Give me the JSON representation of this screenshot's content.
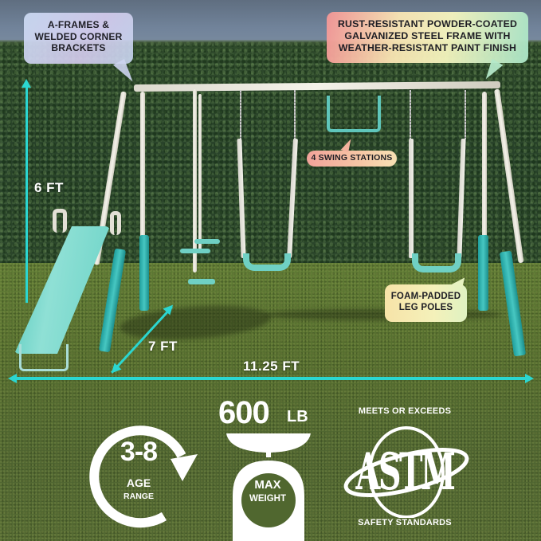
{
  "product": "4-station metal swing set with slide",
  "callouts": {
    "aframe": {
      "lines": [
        "A-FRAMES &",
        "WELDED CORNER",
        "BRACKETS"
      ]
    },
    "frame": {
      "lines": [
        "RUST-RESISTANT POWDER-COATED",
        "GALVANIZED STEEL FRAME WITH",
        "WEATHER-RESISTANT PAINT FINISH"
      ]
    },
    "swing_stations": {
      "text": "4 SWING STATIONS"
    },
    "foam": {
      "lines": [
        "FOAM-PADDED",
        "LEG POLES"
      ]
    }
  },
  "dimensions": {
    "height": "6 FT",
    "depth": "7 FT",
    "width": "11.25 FT"
  },
  "badges": {
    "age": {
      "value": "3-8",
      "label": "AGE",
      "sublabel": "RANGE",
      "icon": "circular-arrow-icon"
    },
    "weight": {
      "value": "600",
      "unit": "LB",
      "label": "MAX",
      "sublabel": "WEIGHT",
      "icon": "scale-icon"
    },
    "standard": {
      "top": "MEETS OR EXCEEDS",
      "logo": "ASTM",
      "bottom": "SAFETY STANDARDS",
      "icon": "astm-logo-icon"
    }
  },
  "colors": {
    "accent_teal": "#2bd6d0",
    "equipment_teal": "#6fd0c4",
    "frame_white": "#f2f0e8",
    "sky": "#71839a",
    "hedge": "#2c472b",
    "grass": "#566f2f"
  }
}
